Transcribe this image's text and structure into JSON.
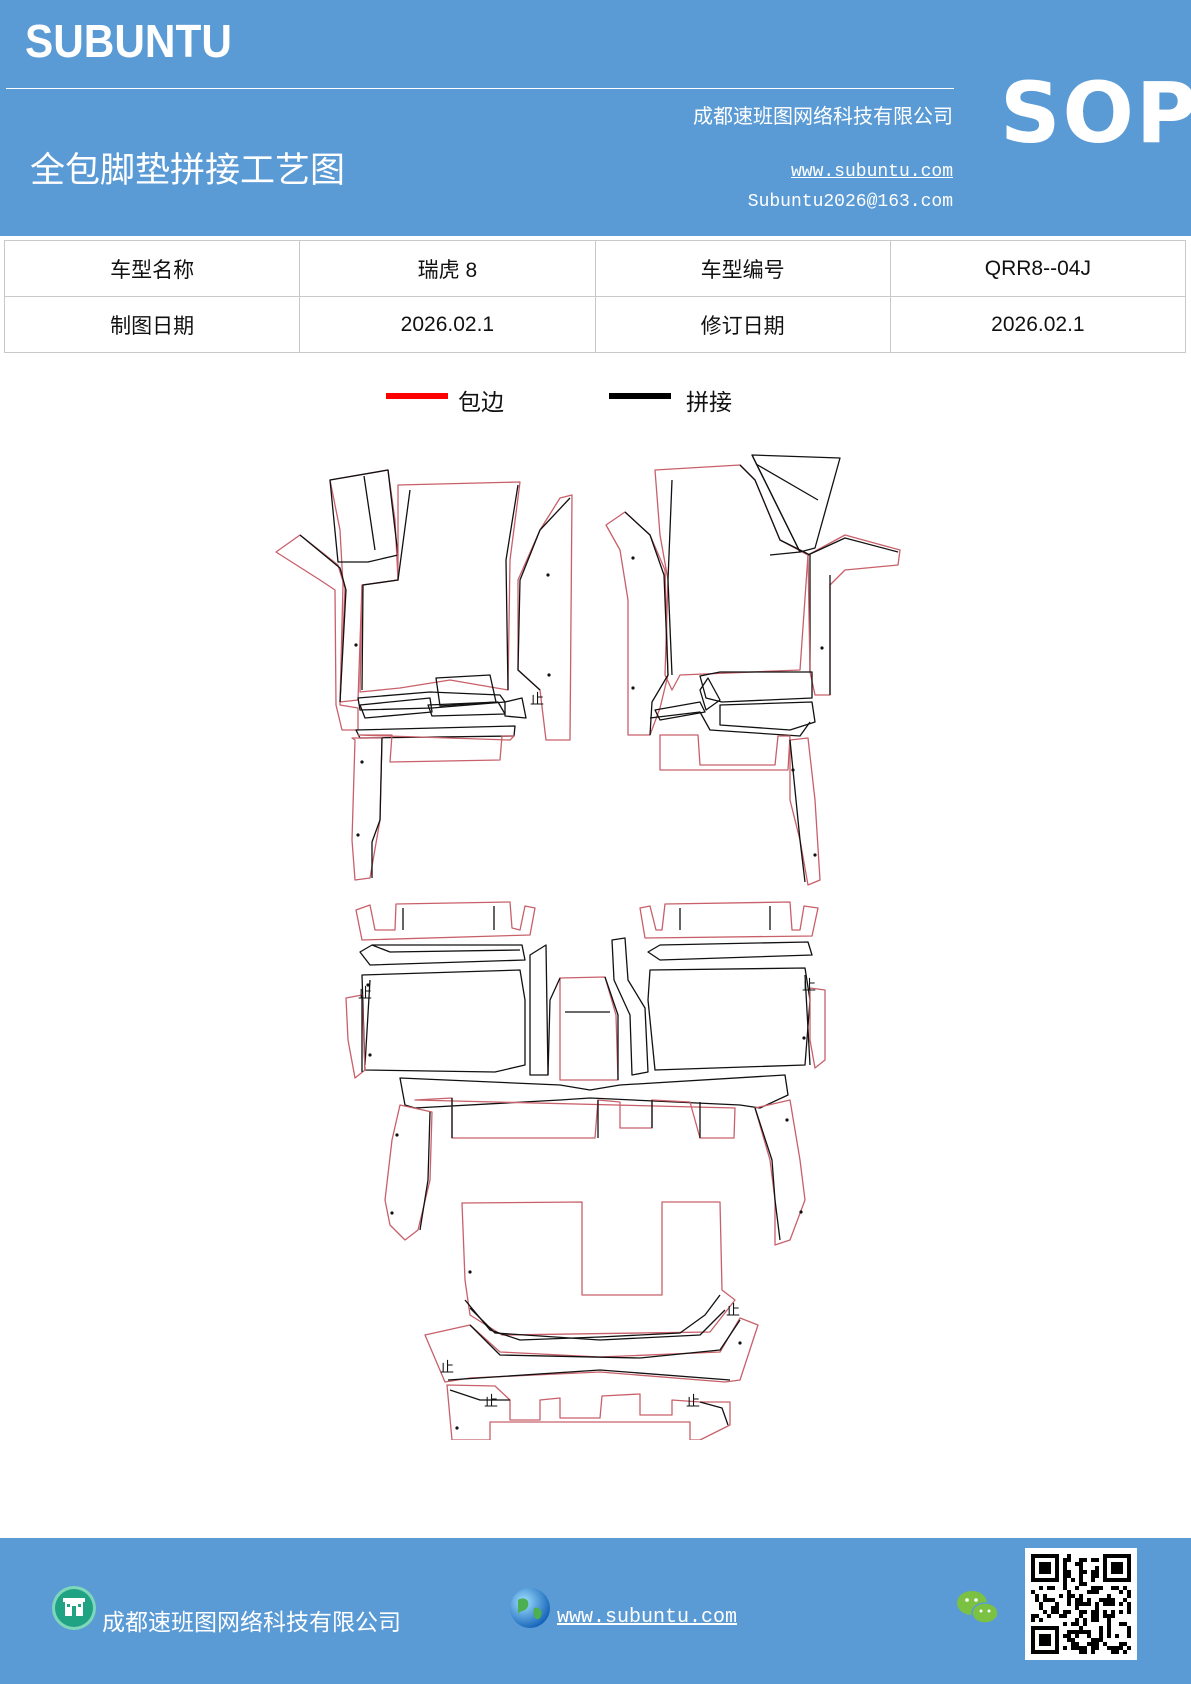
{
  "header": {
    "brand": "SUBUNTU",
    "company": "成都速班图网络科技有限公司",
    "title": "全包脚垫拼接工艺图",
    "website": "www.subuntu.com",
    "email": "Subuntu2026@163.com",
    "badge": "SOP"
  },
  "info_table": {
    "rows": [
      {
        "label1": "车型名称",
        "value1": "瑞虎 8",
        "label2": "车型编号",
        "value2": "QRR8--04J"
      },
      {
        "label1": "制图日期",
        "value1": "2026.02.1",
        "label2": "修订日期",
        "value2": "2026.02.1"
      }
    ]
  },
  "legend": {
    "items": [
      {
        "label": "包边",
        "color": "#ff0000"
      },
      {
        "label": "拼接",
        "color": "#000000"
      }
    ]
  },
  "drawing": {
    "mark_label": "止",
    "edge_color": "#c8606a",
    "seam_color": "#111111"
  },
  "footer": {
    "company": "成都速班图网络科技有限公司",
    "website": "www.subuntu.com",
    "icons": [
      "building-icon",
      "globe-icon",
      "wechat-icon",
      "qr-code"
    ]
  },
  "colors": {
    "header_bg": "#5b9bd5",
    "footer_bg": "#5b9bd5"
  }
}
